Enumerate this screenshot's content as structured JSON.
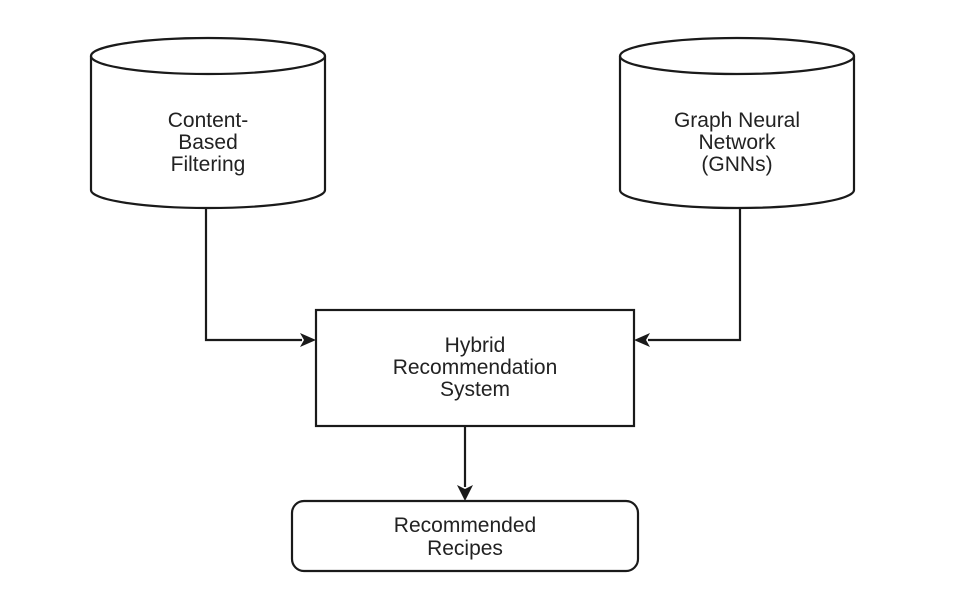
{
  "nodes": {
    "content_based": {
      "lines": [
        "Content-",
        "Based",
        "Filtering"
      ],
      "shape": "cylinder"
    },
    "gnn": {
      "lines": [
        "Graph Neural",
        "Network",
        "(GNNs)"
      ],
      "shape": "cylinder"
    },
    "hybrid": {
      "lines": [
        "Hybrid",
        "Recommendation",
        "System"
      ],
      "shape": "rectangle"
    },
    "recommended": {
      "lines": [
        "Recommended",
        "Recipes"
      ],
      "shape": "rounded-rectangle"
    }
  },
  "edges": [
    {
      "from": "content_based",
      "to": "hybrid"
    },
    {
      "from": "gnn",
      "to": "hybrid"
    },
    {
      "from": "hybrid",
      "to": "recommended"
    }
  ],
  "colors": {
    "stroke": "#1a1a1a",
    "text": "#222222",
    "background": "#ffffff"
  }
}
